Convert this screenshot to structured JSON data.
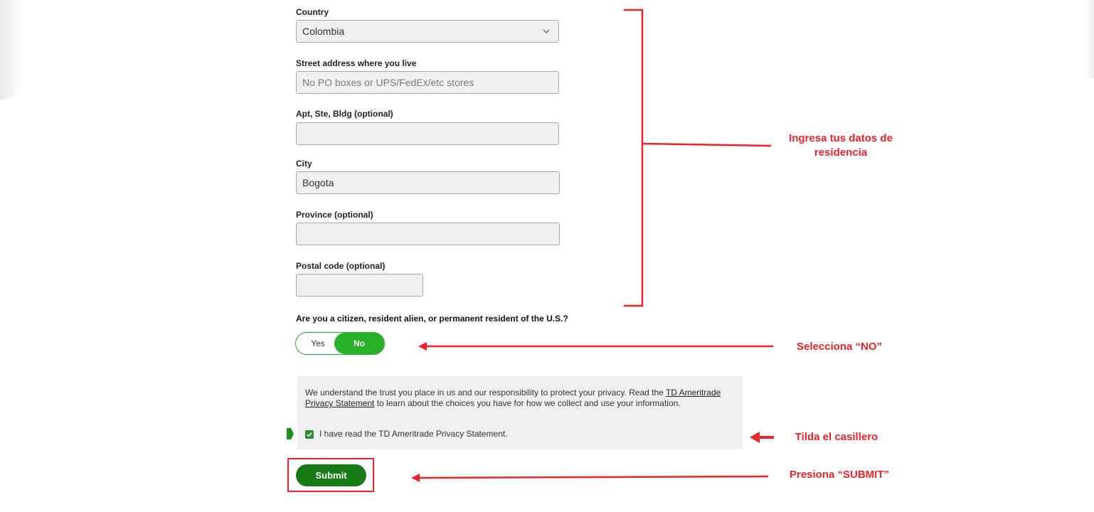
{
  "form": {
    "country": {
      "label": "Country",
      "value": "Colombia"
    },
    "street": {
      "label": "Street address where you live",
      "placeholder": "No PO boxes or UPS/FedEx/etc stores"
    },
    "apt": {
      "label": "Apt, Ste, Bldg (optional)",
      "value": ""
    },
    "city": {
      "label": "City",
      "value": "Bogota"
    },
    "province": {
      "label": "Province (optional)",
      "value": ""
    },
    "postal": {
      "label": "Postal code (optional)",
      "value": ""
    },
    "citizen_question": "Are you a citizen, resident alien, or permanent resident of the U.S.?",
    "toggle": {
      "yes": "Yes",
      "no": "No",
      "selected": "No"
    },
    "privacy": {
      "text_before": "We understand the trust you place in us and our responsibility to protect your privacy. Read the ",
      "link": "TD Ameritrade Privacy Statement",
      "text_after": " to learn about the choices you have for how we collect and use your information.",
      "checkbox_label": "I have read the TD Ameritrade Privacy Statement.",
      "checked": true
    },
    "submit_label": "Submit"
  },
  "annotations": {
    "residence": "Ingresa tus datos de residencia",
    "select_no": "Selecciona “NO”",
    "tick_box": "Tilda el casillero",
    "press_submit": "Presiona “SUBMIT”"
  },
  "colors": {
    "annotation_red": "#e8262a",
    "toggle_green": "#29b02a",
    "submit_green": "#177a17"
  }
}
